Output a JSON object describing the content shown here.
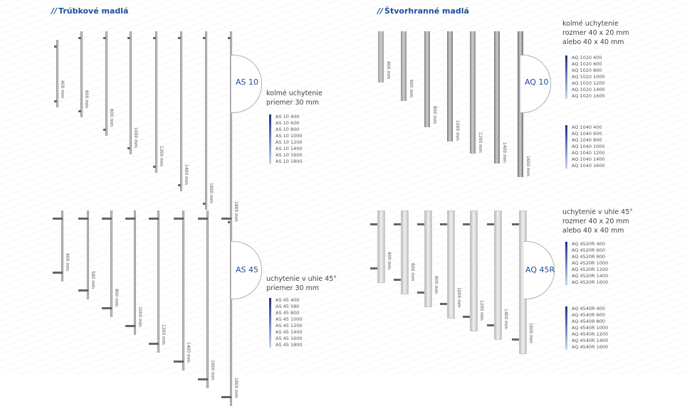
{
  "sections": {
    "tube_title": "Trúbkové madlá",
    "square_title": "Štvorhranné madlá",
    "slashes": "//"
  },
  "as10": {
    "code": "AS 10",
    "desc_line1": "kolmé uchytenie",
    "desc_line2": "priemer 30 mm",
    "lengths": [
      "400 mm",
      "600 mm",
      "800 mm",
      "1000 mm",
      "1200 mm",
      "1400 mm",
      "1600 mm",
      "1800 mm"
    ],
    "products": [
      "AS 10 400",
      "AS 10 600",
      "AS 10 800",
      "AS 10 1000",
      "AS 10 1200",
      "AS 10 1400",
      "AS 10 1600",
      "AS 10 1800"
    ]
  },
  "as45": {
    "code": "AS 45",
    "desc_line1": "uchytenie v uhle 45°",
    "desc_line2": "priemer 30 mm",
    "lengths": [
      "400 mm",
      "580 mm",
      "800 mm",
      "1000 mm",
      "1200 mm",
      "1400 mm",
      "1600 mm",
      "1800 mm"
    ],
    "products": [
      "AS 45 400",
      "AS 45 580",
      "AS 45 800",
      "AS 45 1000",
      "AS 45 1200",
      "AS 45 1400",
      "AS 45 1600",
      "AS 45 1800"
    ]
  },
  "aq10": {
    "code": "AQ 10",
    "desc_line1": "kolmé uchytenie",
    "desc_line2": "rozmer 40 x 20 mm",
    "desc_line3": "alebo 40 x 40 mm",
    "lengths": [
      "400 mm",
      "600 mm",
      "800 mm",
      "1000 mm",
      "1200 mm",
      "1400 mm",
      "1600 mm"
    ],
    "products_a": [
      "AQ 1020 400",
      "AQ 1020 600",
      "AQ 1020 800",
      "AQ 1020 1000",
      "AQ 1020 1200",
      "AQ 1020 1400",
      "AQ 1020 1600"
    ],
    "products_b": [
      "AQ 1040 400",
      "AQ 1040 600",
      "AQ 1040 800",
      "AQ 1040 1000",
      "AQ 1040 1200",
      "AQ 1040 1400",
      "AQ 1040 1600"
    ]
  },
  "aq45r": {
    "code": "AQ 45R",
    "desc_line1": "uchytenie v uhle 45°",
    "desc_line2": "rozmer 40 x 20 mm",
    "desc_line3": "alebo 40 x 40 mm",
    "lengths": [
      "400 mm",
      "600 mm",
      "800 mm",
      "1000 mm",
      "1200 mm",
      "1400 mm",
      "1600 mm"
    ],
    "products_a": [
      "AQ 4520R 400",
      "AQ 4520R 600",
      "AQ 4520R 800",
      "AQ 4520R 1000",
      "AQ 4520R 1200",
      "AQ 4520R 1400",
      "AQ 4520R 1600"
    ],
    "products_b": [
      "AQ 4540R 400",
      "AQ 4540R 600",
      "AQ 4540R 800",
      "AQ 4540R 1000",
      "AQ 4540R 1200",
      "AQ 4540R 1400",
      "AQ 4540R 1600"
    ]
  }
}
